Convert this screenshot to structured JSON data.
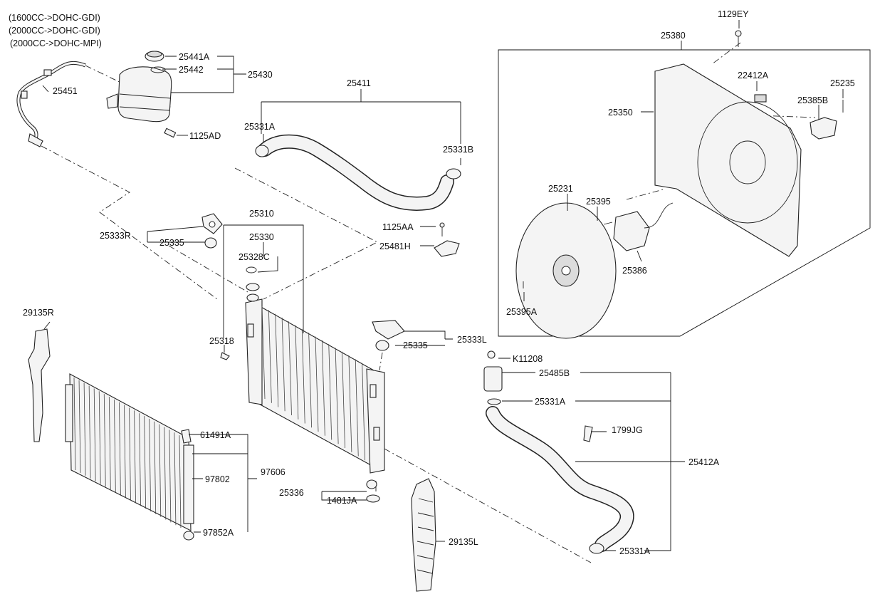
{
  "header": {
    "engine_notes": [
      "(1600CC->DOHC-GDI)",
      "(2000CC->DOHC-GDI)",
      "(2000CC->DOHC-MPI)"
    ]
  },
  "labels": {
    "p25441A": "25441A",
    "p25442": "25442",
    "p25430": "25430",
    "p25451": "25451",
    "p1125AD": "1125AD",
    "p25411": "25411",
    "p25331A_top": "25331A",
    "p25331B": "25331B",
    "p1129EY": "1129EY",
    "p25380": "25380",
    "p22412A": "22412A",
    "p25235": "25235",
    "p25385B": "25385B",
    "p25350": "25350",
    "p25231": "25231",
    "p25395": "25395",
    "p25386": "25386",
    "p25395A": "25395A",
    "p1125AA": "1125AA",
    "p25481H": "25481H",
    "p25310": "25310",
    "p25330": "25330",
    "p25328C": "25328C",
    "p25333R": "25333R",
    "p25335_left": "25335",
    "p25318": "25318",
    "p25333L": "25333L",
    "p25335_right": "25335",
    "p29135R": "29135R",
    "p61491A": "61491A",
    "p97606": "97606",
    "p97802": "97802",
    "p97852A": "97852A",
    "p25336": "25336",
    "p1481JA": "1481JA",
    "p29135L": "29135L",
    "pK11208": "K11208",
    "p25485B": "25485B",
    "p25331A_mid": "25331A",
    "p1799JG": "1799JG",
    "p25412A": "25412A",
    "p25331A_bot": "25331A"
  }
}
